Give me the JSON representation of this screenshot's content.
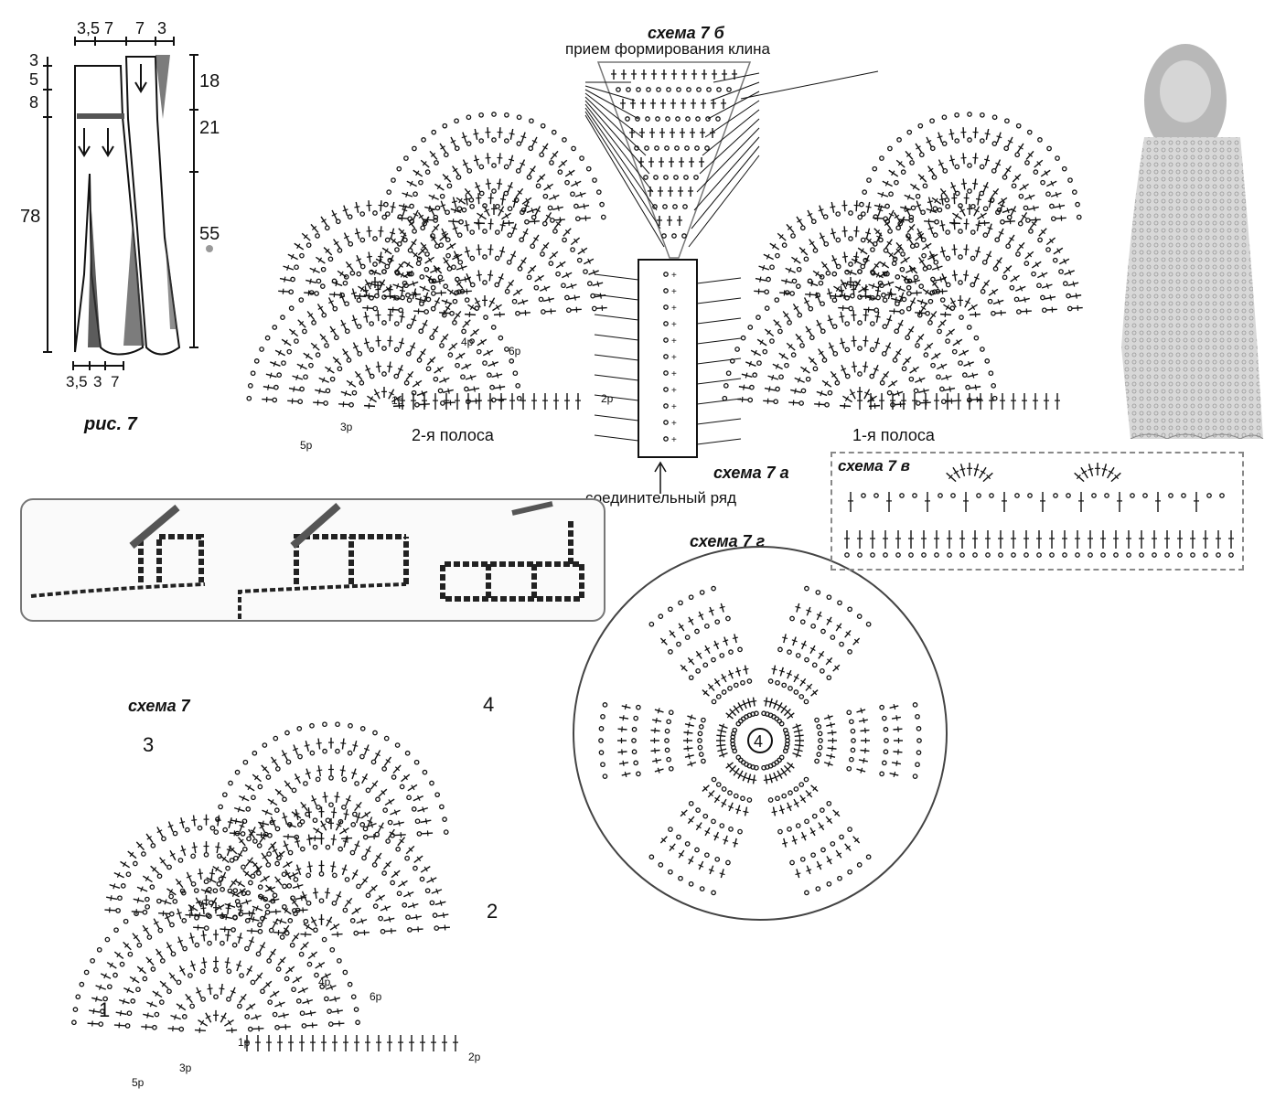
{
  "figure": {
    "ris_label": "рис. 7",
    "pattern_dims_top": [
      "3,5",
      "7",
      "7",
      "3"
    ],
    "pattern_dims_left": [
      "3",
      "5",
      "8",
      "78"
    ],
    "pattern_dims_right": [
      "18",
      "21",
      "55"
    ],
    "pattern_dims_bottom": [
      "3,5",
      "3",
      "7"
    ]
  },
  "scheme7b": {
    "title": "схема 7 б",
    "subtitle": "прием формирования клина"
  },
  "scheme7a": {
    "title": "схема 7 а",
    "connect_label": "соединительный ряд"
  },
  "stripes": {
    "stripe2": "2-я полоса",
    "stripe1": "1-я полоса"
  },
  "row_labels_top_left": [
    "1р",
    "2р",
    "3р",
    "4р",
    "5р",
    "6р"
  ],
  "row_labels_top_right": [],
  "scheme7v": {
    "title": "схема 7 в"
  },
  "scheme7g": {
    "title": "схема 7 г",
    "center": "4"
  },
  "scheme7": {
    "title": "схема 7",
    "corner_numbers": [
      "1",
      "2",
      "3",
      "4"
    ],
    "row_labels": [
      "1р",
      "2р",
      "3р",
      "4р",
      "5р",
      "6р"
    ]
  },
  "colors": {
    "ink": "#111111",
    "frame": "#777777",
    "accent_dot": "#999999"
  }
}
